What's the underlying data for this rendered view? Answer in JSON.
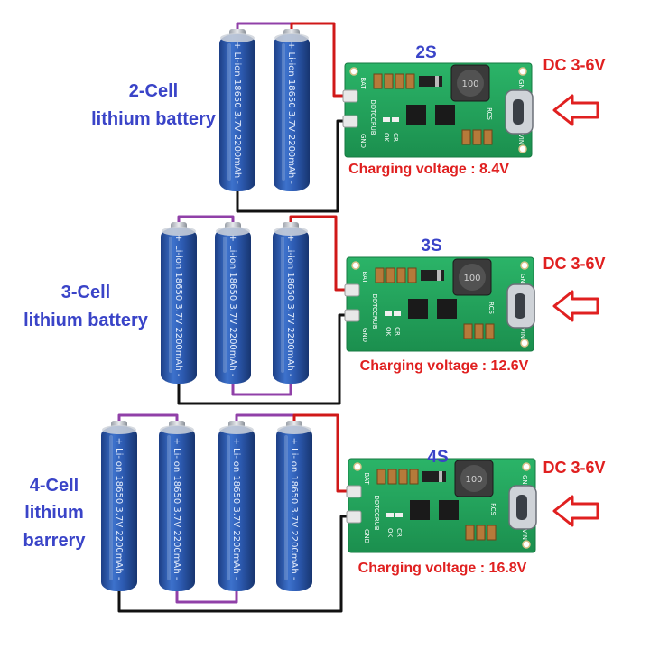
{
  "panels": [
    {
      "cells": 2,
      "label_lines": [
        "2-Cell",
        "lithium battery"
      ],
      "module_title": "2S",
      "input_label": "DC 3-6V",
      "output_label": "Charging voltage : 8.4V"
    },
    {
      "cells": 3,
      "label_lines": [
        "3-Cell",
        "lithium battery"
      ],
      "module_title": "3S",
      "input_label": "DC 3-6V",
      "output_label": "Charging voltage : 12.6V"
    },
    {
      "cells": 4,
      "label_lines": [
        "4-Cell",
        "lithium",
        "barrery"
      ],
      "module_title": "4S",
      "input_label": "DC 3-6V",
      "output_label": "Charging voltage : 16.8V"
    }
  ],
  "battery_print": "+ Li-ion 18650 3.7V 2200mAh -",
  "board_silkscreen": {
    "bat": "BAT",
    "gnd": "GND",
    "model": "DDTCCRUB",
    "ok": "OK",
    "cr": "CR",
    "rcs": "RCS",
    "gnd_right": "GND",
    "vin": "VIN",
    "inductor": "100"
  },
  "colors": {
    "label_blue": "#3a44c8",
    "label_red": "#e02020",
    "battery_blue": "#2c59b0",
    "board_green": "#21a05a",
    "wire_purple": "#9040a8",
    "wire_red": "#d01818",
    "wire_black": "#111111"
  }
}
